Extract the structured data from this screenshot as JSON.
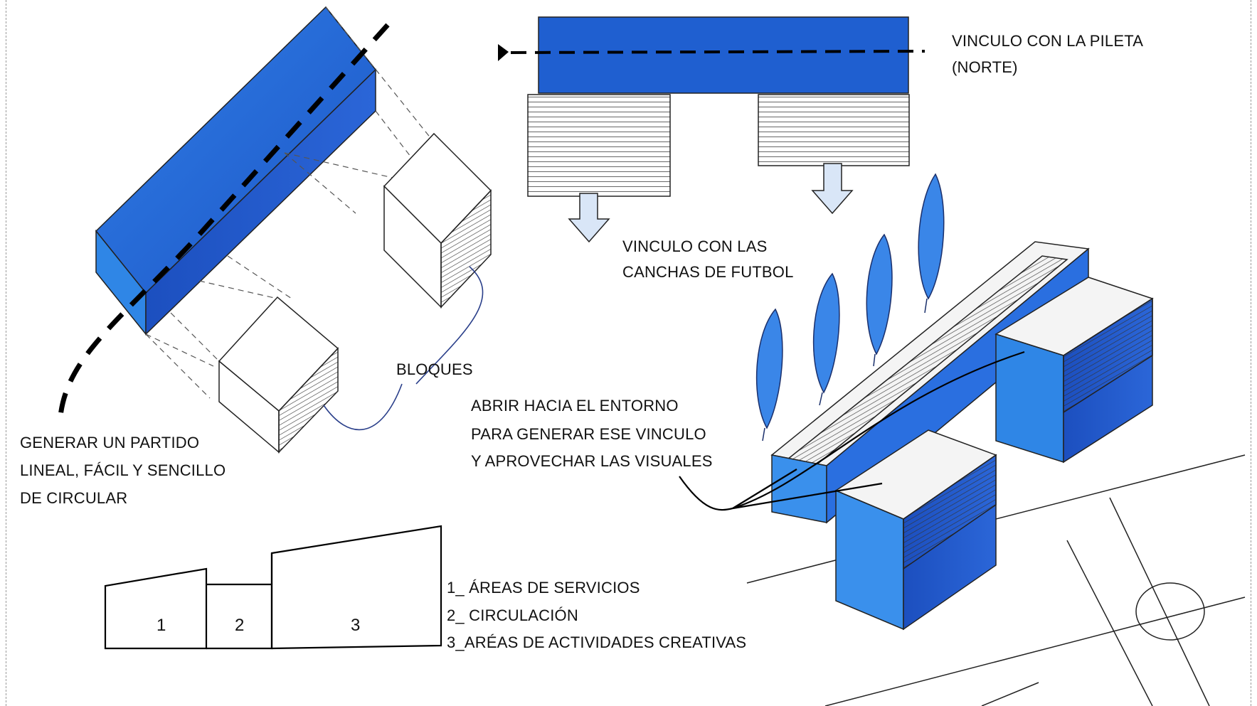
{
  "annotations": {
    "pileta_line1": "VINCULO CON LA PILETA",
    "pileta_line2": "(NORTE)",
    "canchas_line1": "VINCULO CON LAS",
    "canchas_line2": "CANCHAS DE FUTBOL",
    "bloques": "BLOQUES",
    "abrir_line1": "ABRIR HACIA EL ENTORNO",
    "abrir_line2": "PARA GENERAR ESE VINCULO",
    "abrir_line3": "Y APROVECHAR LAS VISUALES",
    "generar_line1": "GENERAR UN PARTIDO",
    "generar_line2": "LINEAL, FÁCIL Y SENCILLO",
    "generar_line3": "DE CIRCULAR"
  },
  "section": {
    "zone1": "1",
    "zone2": "2",
    "zone3": "3"
  },
  "legend": {
    "item1": "1_ ÁREAS DE SERVICIOS",
    "item2": "2_ CIRCULACIÓN",
    "item3": "3_ARÉAS DE ACTIVIDADES CREATIVAS"
  },
  "colors": {
    "blue_dark": "#1f57c8",
    "blue_mid": "#2a6fe0",
    "blue_light": "#3d8ff0",
    "arrow_fill": "#d9e6f7",
    "ink": "#111111"
  }
}
